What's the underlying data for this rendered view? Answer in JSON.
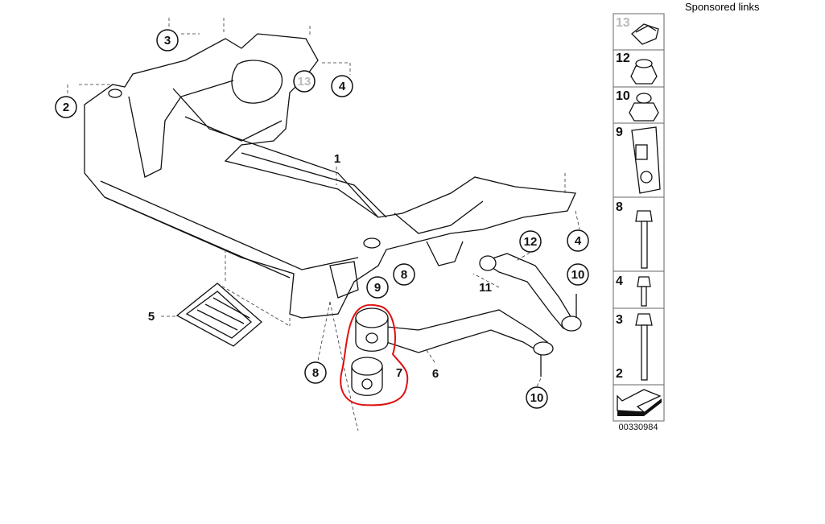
{
  "header": {
    "sponsored_label": "Sponsored links"
  },
  "diagram": {
    "callouts_circled": [
      "3",
      "2",
      "4",
      "13",
      "4",
      "12",
      "10",
      "9",
      "8",
      "8",
      "10"
    ],
    "callouts_plain": [
      "1",
      "11",
      "5",
      "7",
      "6"
    ],
    "highlight_color": "#e01010"
  },
  "parts_column": {
    "rows": [
      "13",
      "12",
      "10",
      "9",
      "8",
      "4",
      "3",
      "2"
    ],
    "diagram_number": "00330984"
  }
}
